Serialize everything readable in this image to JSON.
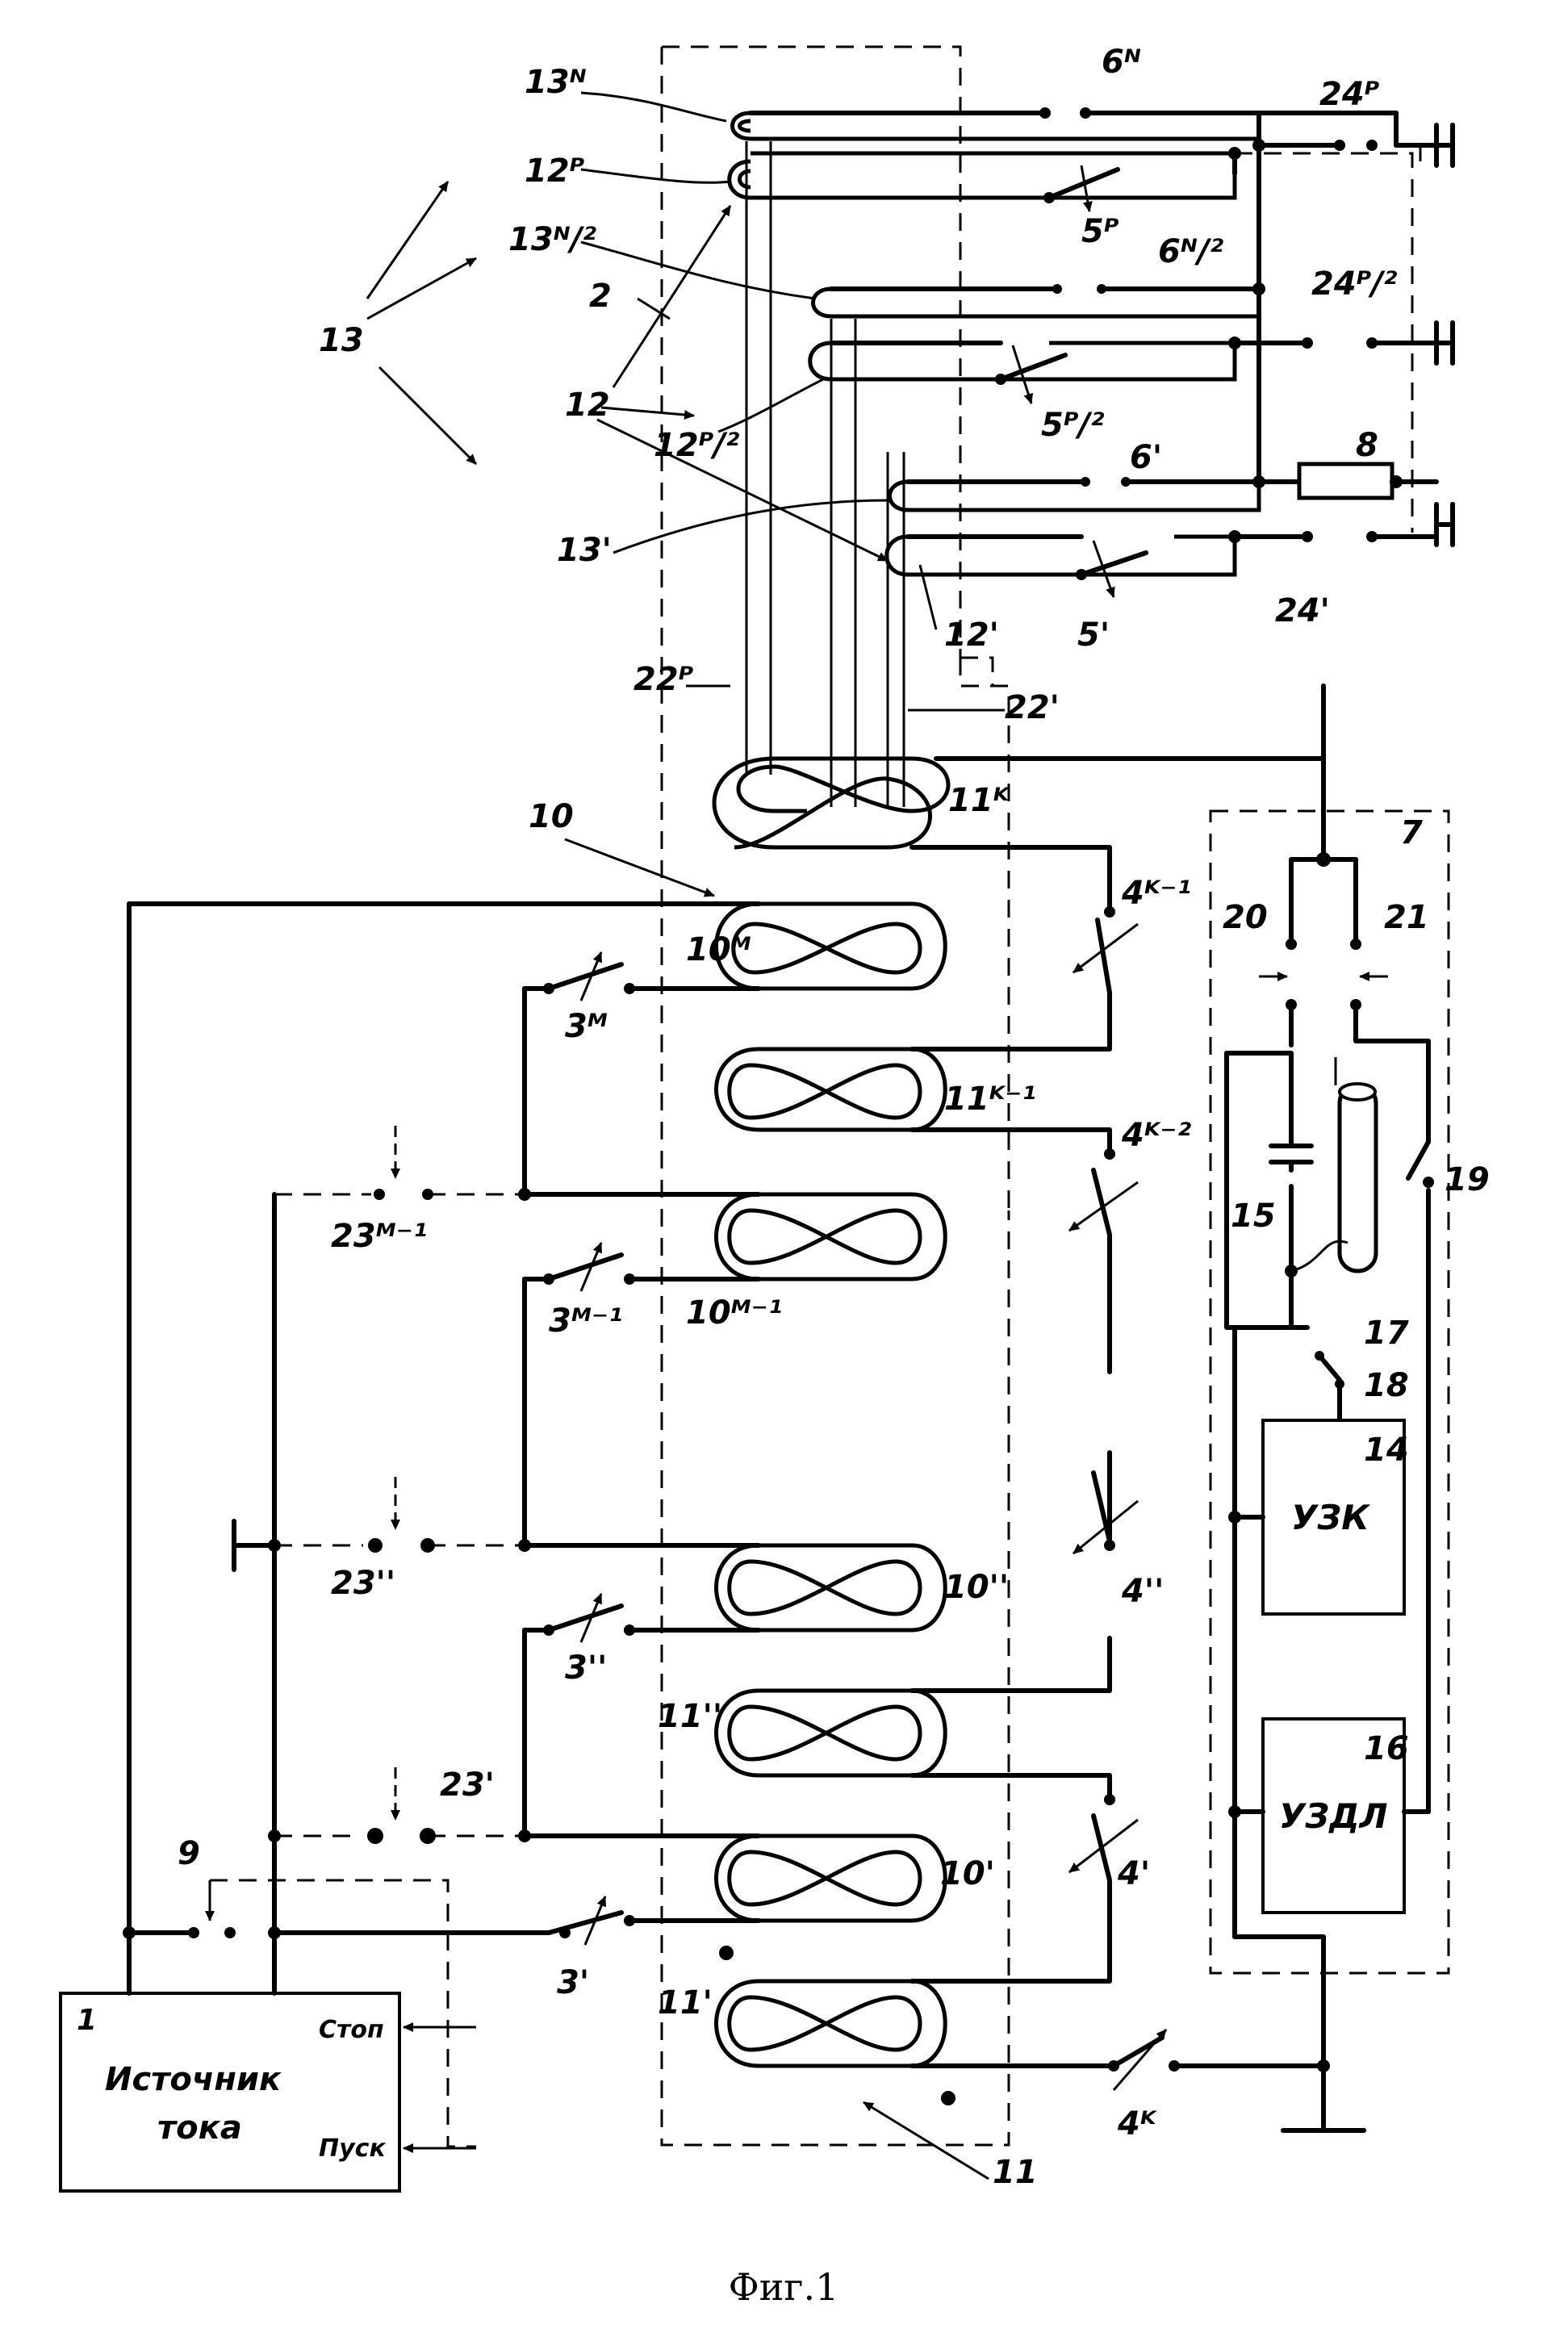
{
  "caption": "Фиг.1",
  "labels": {
    "l13N": "13ᴺ",
    "l12P": "12ᴾ",
    "l13N2": "13ᴺ/²",
    "l2": "2",
    "l13": "13",
    "l12": "12",
    "l12P2": "12ᴾ/²",
    "l13p": "13'",
    "l12p": "12'",
    "l6N": "6ᴺ",
    "l5P": "5ᴾ",
    "l6N2": "6ᴺ/²",
    "l5P2": "5ᴾ/²",
    "l6p": "6'",
    "l5p": "5'",
    "l24P": "24ᴾ",
    "l24P2": "24ᴾ/²",
    "l24p": "24'",
    "l8": "8",
    "l22P": "22ᴾ",
    "l22p": "22'",
    "l10": "10",
    "l11K": "11ᴷ",
    "l10M": "10ᴹ",
    "l3M": "3ᴹ",
    "l11K1": "11ᴷ⁻¹",
    "l4K1": "4ᴷ⁻¹",
    "l4K2": "4ᴷ⁻²",
    "l23M1": "23ᴹ⁻¹",
    "l3M1": "3ᴹ⁻¹",
    "l10M1": "10ᴹ⁻¹",
    "l23pp": "23''",
    "l10pp": "10''",
    "l4pp": "4''",
    "l3pp": "3''",
    "l11pp": "11''",
    "l23p": "23'",
    "l10p": "10'",
    "l4p": "4'",
    "l9": "9",
    "l3p": "3'",
    "l11p": "11'",
    "l4K": "4ᴷ",
    "l11": "11",
    "l7": "7",
    "l20": "20",
    "l21": "21",
    "l15": "15",
    "l17": "17",
    "l18": "18",
    "l19": "19",
    "l14": "14",
    "l16": "16"
  },
  "blocks": {
    "source": {
      "number": "1",
      "line1": "Источник",
      "line2": "тока",
      "stop": "Стоп",
      "start": "Пуск"
    },
    "uzk": {
      "number": "14",
      "text": "УЗК"
    },
    "uzdl": {
      "number": "16",
      "text": "УЗДЛ"
    }
  }
}
